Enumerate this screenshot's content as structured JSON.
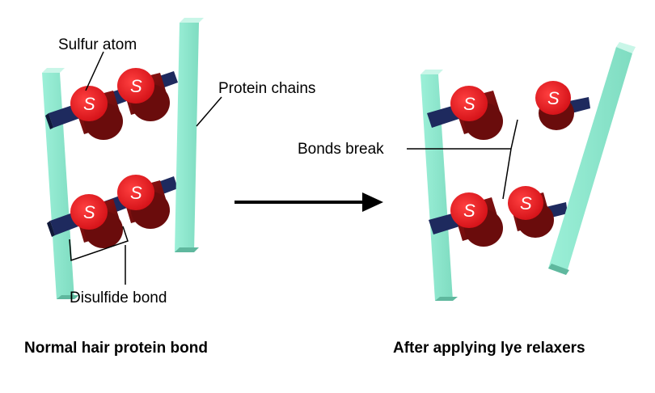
{
  "labels": {
    "sulfur_atom": "Sulfur atom",
    "protein_chains": "Protein chains",
    "disulfide_bond": "Disulfide bond",
    "bonds_break": "Bonds break",
    "sulfur_symbol": "S"
  },
  "captions": {
    "left": "Normal hair protein bond",
    "right": "After applying lye relaxers"
  },
  "colors": {
    "chain_front": "#8fe8cf",
    "chain_side": "#5fb89e",
    "chain_top": "#c9f6e8",
    "bond_bar": "#1e2a5e",
    "sulfur_red": "#e2141c",
    "sulfur_dark": "#7a1010",
    "arrow": "#000000"
  }
}
